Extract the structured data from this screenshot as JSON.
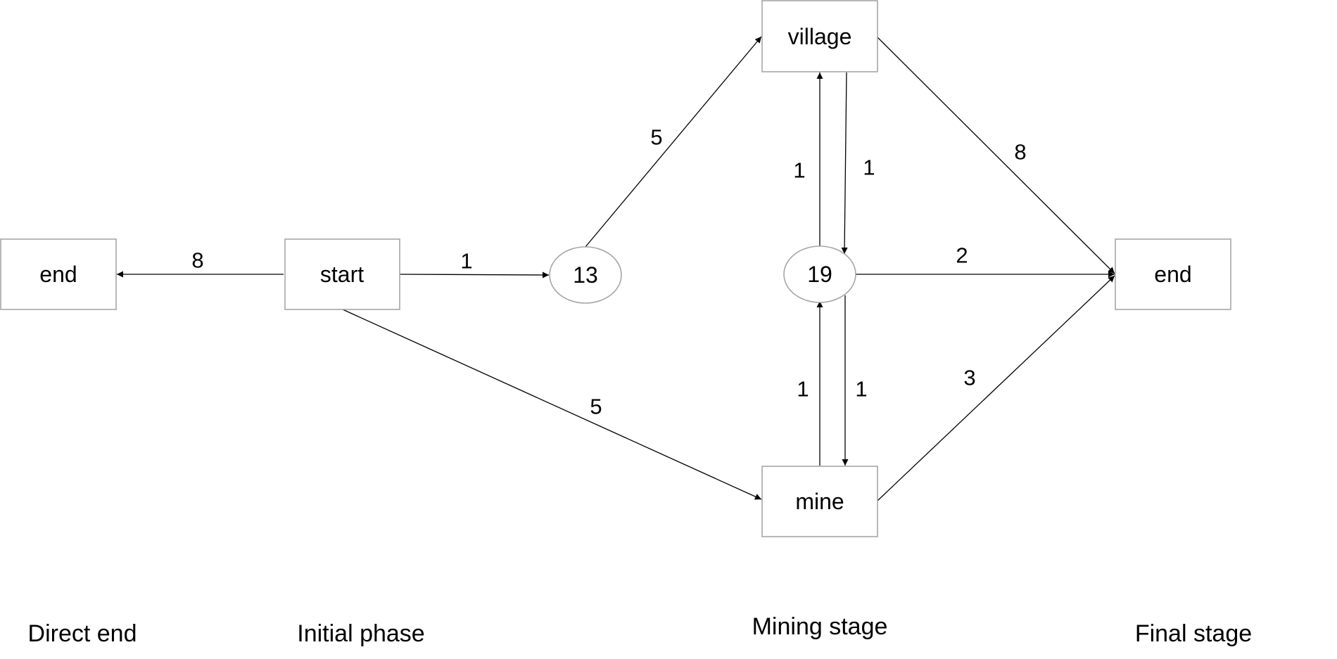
{
  "nodes": {
    "end_left": "end",
    "start": "start",
    "n13": "13",
    "village": "village",
    "n19": "19",
    "mine": "mine",
    "end_right": "end"
  },
  "edges": {
    "start_to_end_left": "8",
    "start_to_13": "1",
    "n13_to_village": "5",
    "start_to_mine": "5",
    "n19_to_village": "1",
    "village_to_19": "1",
    "village_to_end_right": "8",
    "n19_to_end_right": "2",
    "mine_to_19": "1",
    "n19_to_mine": "1",
    "mine_to_end_right": "3"
  },
  "stages": {
    "direct_end": "Direct end",
    "initial_phase": "Initial phase",
    "mining_stage": "Mining stage",
    "final_stage": "Final stage"
  },
  "colors": {
    "node_border": "#a6a6a6",
    "edge": "#000000",
    "background": "#ffffff"
  }
}
